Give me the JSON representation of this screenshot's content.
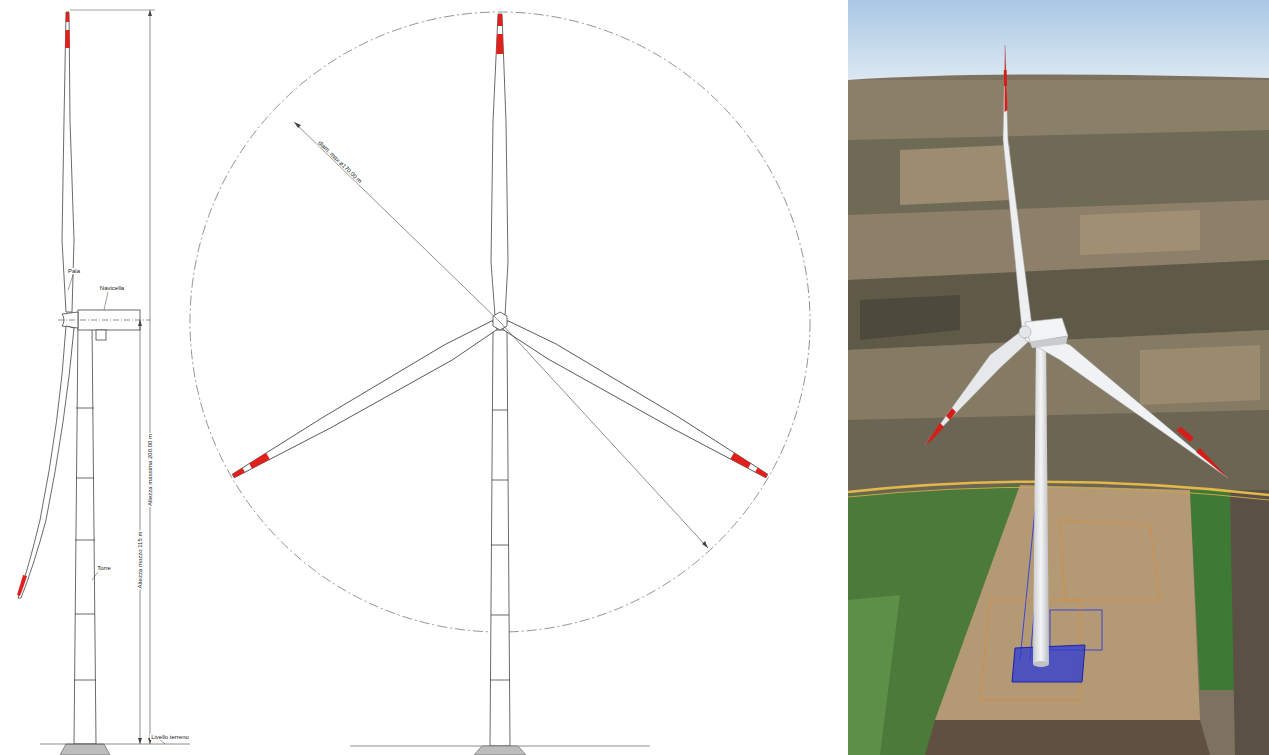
{
  "diagram": {
    "labels": [
      "Pala",
      "Navicella",
      "Torre",
      "Altezza mozzo 115 m",
      "Altezza massima 200.00 m",
      "Livello terreno",
      "diam. max ø170.00 m"
    ]
  }
}
